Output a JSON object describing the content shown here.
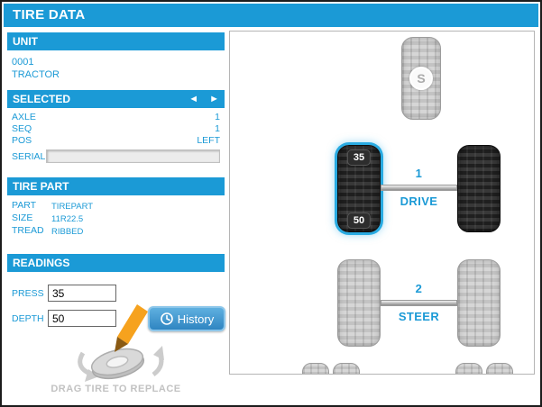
{
  "title": "TIRE DATA",
  "colors": {
    "accent_blue": "#1B9AD6",
    "highlight_cyan": "#29ABE2"
  },
  "unit": {
    "header": "UNIT",
    "number": "0001",
    "type": "TRACTOR"
  },
  "selected": {
    "header": "SELECTED",
    "prev_arrow": "◄",
    "next_arrow": "►",
    "rows": [
      {
        "label": "AXLE",
        "value": "1"
      },
      {
        "label": "SEQ",
        "value": "1"
      },
      {
        "label": "POS",
        "value": "LEFT"
      }
    ],
    "serial": {
      "label": "SERIAL",
      "value": ""
    }
  },
  "tire_part": {
    "header": "TIRE PART",
    "rows": [
      {
        "label": "PART",
        "value": "TIREPART"
      },
      {
        "label": "SIZE",
        "value": "11R22.5"
      },
      {
        "label": "TREAD",
        "value": "RIBBED"
      }
    ]
  },
  "readings": {
    "header": "READINGS",
    "press": {
      "label": "PRESS",
      "value": "35"
    },
    "depth": {
      "label": "DEPTH",
      "value": "50"
    },
    "history_label": "History",
    "drag_hint": "DRAG TIRE TO REPLACE"
  },
  "diagram": {
    "spare_label": "S",
    "selected_tire": {
      "press_badge": "35",
      "depth_badge": "50"
    },
    "axles": [
      {
        "number": "1",
        "name": "DRIVE"
      },
      {
        "number": "2",
        "name": "STEER"
      }
    ]
  }
}
